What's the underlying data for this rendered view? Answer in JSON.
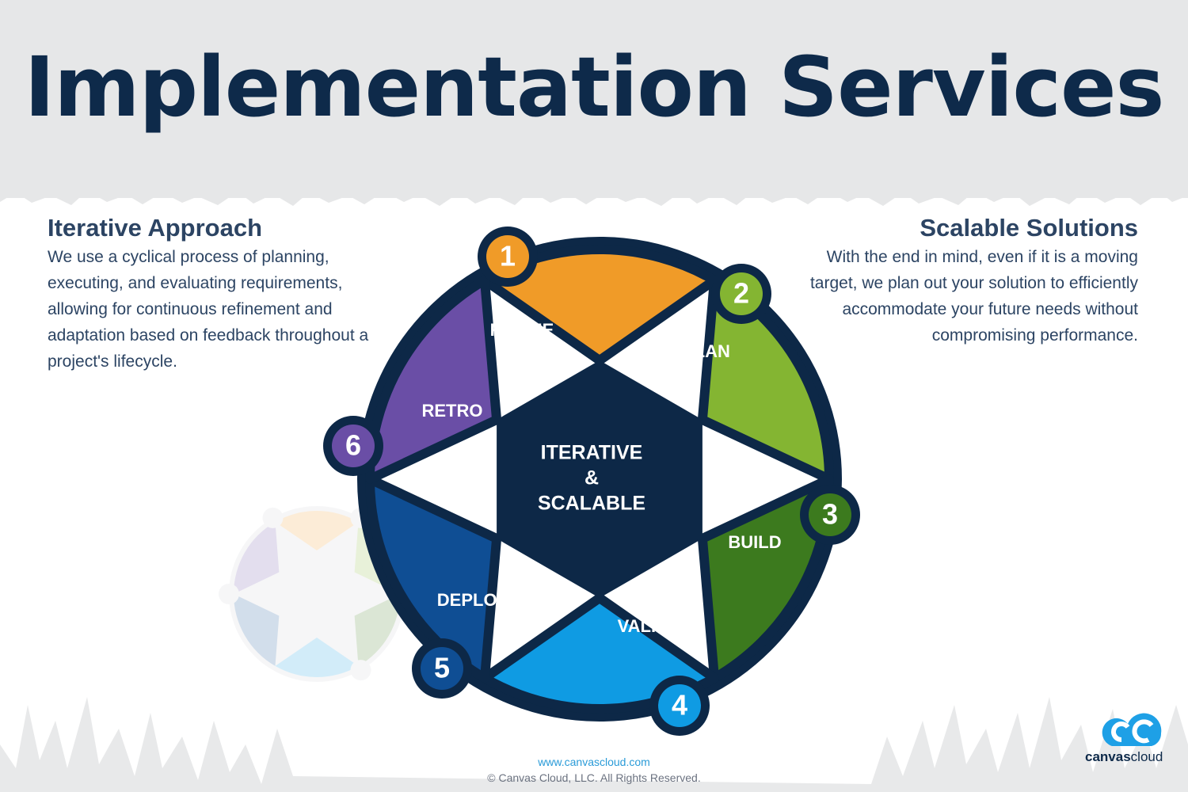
{
  "header": {
    "title": "Implementation Services"
  },
  "left_panel": {
    "heading": "Iterative Approach",
    "body": "We use a cyclical process of planning, executing, and evaluating requirements, allowing for continuous refinement and adaptation based on feedback throughout a project's lifecycle."
  },
  "right_panel": {
    "heading": "Scalable Solutions",
    "body": "With the end in mind, even if it is a moving target, we plan out your solution to efficiently accommodate your future needs without compromising performance."
  },
  "cycle": {
    "center_lines": [
      "ITERATIVE",
      "&",
      "SCALABLE"
    ],
    "steps": [
      {
        "number": "1",
        "label": "REFINE",
        "color": "#f09b28"
      },
      {
        "number": "2",
        "label": "PLAN",
        "color": "#84b532"
      },
      {
        "number": "3",
        "label": "BUILD",
        "color": "#3c7a1e"
      },
      {
        "number": "4",
        "label": "VALIDATE",
        "color": "#0f9be3"
      },
      {
        "number": "5",
        "label": "DEPLOY",
        "color": "#0f4e94"
      },
      {
        "number": "6",
        "label": "RETRO",
        "color": "#6a4ea6"
      }
    ],
    "center_color": "#0d2847",
    "outline_color": "#0d2847"
  },
  "footer": {
    "url": "www.canvascloud.com",
    "copyright": "© Canvas Cloud, LLC. All Rights Reserved."
  },
  "logo": {
    "word_bold": "canvas",
    "word_light": "cloud",
    "color": "#1ea0e6"
  }
}
